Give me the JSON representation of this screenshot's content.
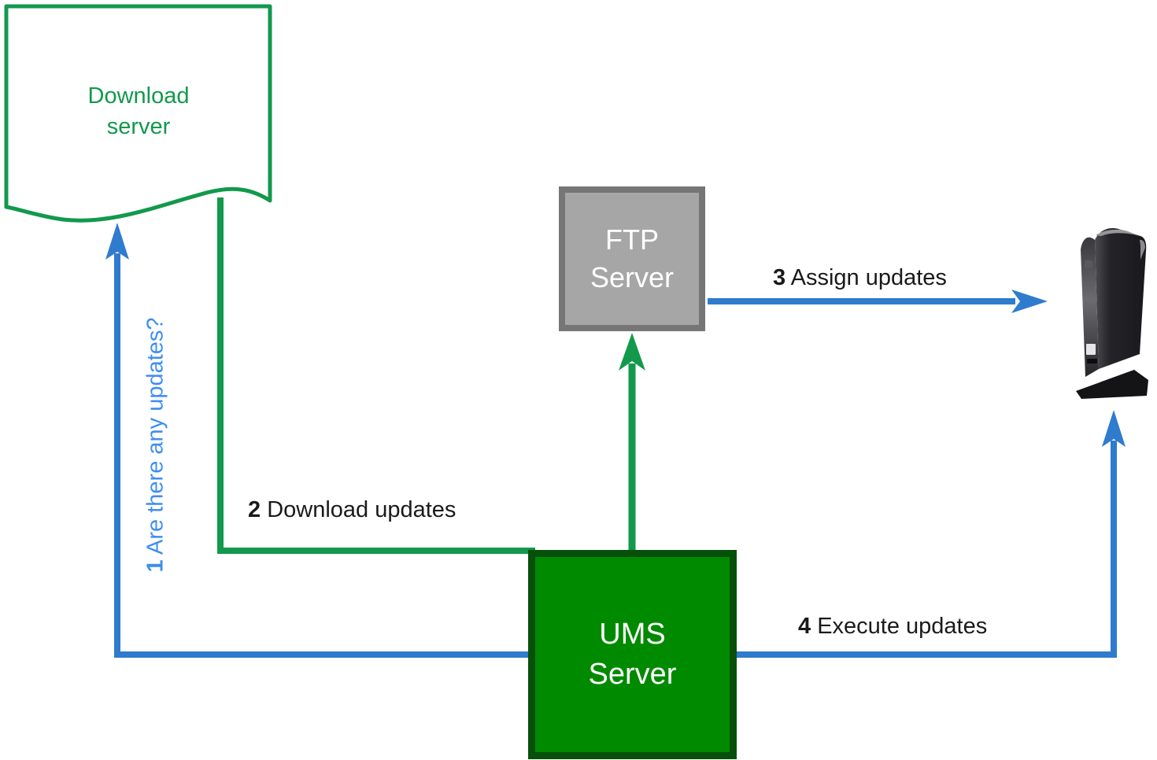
{
  "nodes": {
    "download_server": {
      "label": "Download\nserver"
    },
    "ftp_server": {
      "label": "FTP\nServer"
    },
    "ums_server": {
      "label": "UMS\nServer"
    },
    "thin_client": {
      "icon": "thin-client-device"
    }
  },
  "steps": {
    "check": {
      "number": "1",
      "text": "Are there any updates?"
    },
    "download": {
      "number": "2",
      "text": "Download updates"
    },
    "assign": {
      "number": "3",
      "text": "Assign updates"
    },
    "execute": {
      "number": "4",
      "text": "Execute updates"
    }
  },
  "colors": {
    "green": "#12994C",
    "ums_fill": "#008A00",
    "ums_border": "#07500A",
    "ftp_fill": "#A6A6A6",
    "ftp_border": "#767676",
    "blue": "#2F7BCE",
    "blue_label": "#3E8EF0",
    "text": "#1A1A1A"
  }
}
